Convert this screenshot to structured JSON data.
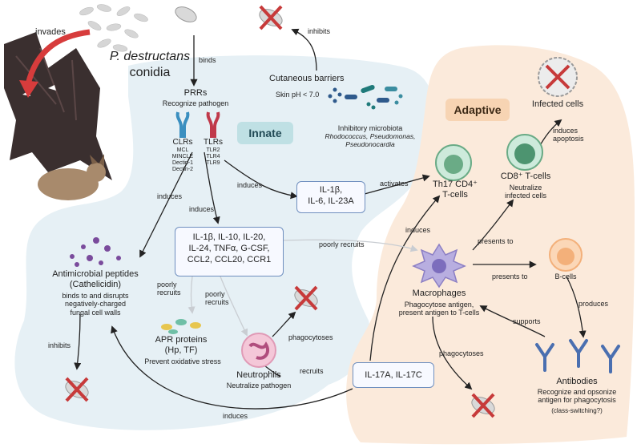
{
  "pathogen": {
    "line1": "P. destructans",
    "line2": "conidia"
  },
  "labels": {
    "invades": "invades",
    "binds": "binds",
    "inhibits_top": "inhibits",
    "cutaneous": "Cutaneous barriers",
    "skin_ph": "Skin pH < 7.0",
    "microbiota_title": "Inhibitory microbiota",
    "microbiota_species": "Rhodococcus, Pseudomonas, Pseudonocardia",
    "induces_il1": "induces",
    "induces_amp": "induces",
    "induces_cyt": "induces",
    "activates": "activates",
    "induces_th17": "induces",
    "poorly_recruits_mac": "poorly recruits",
    "poorly_recruits_apr": "poorly recruits",
    "poorly_recruits_neu": "poorly recruits",
    "phagocytoses_neu": "phagocytoses",
    "phagocytoses_mac": "phagocytoses",
    "recruits": "recruits",
    "inhibits_amp": "inhibits",
    "induces_bottom": "induces",
    "presents_cd8": "presents to",
    "presents_b": "presents to",
    "induces_apoptosis": "induces apoptosis",
    "produces": "produces",
    "supports": "supports"
  },
  "prr": {
    "title": "PRRs",
    "subtitle": "Recognize pathogen",
    "clr_title": "CLRs",
    "clr_items": "MCL\nMINCLE\nDectin-1\nDectin-2",
    "tlr_title": "TLRs",
    "tlr_items": "TLR2\nTLR4\nTLR9"
  },
  "panels": {
    "innate": "Innate",
    "adaptive": "Adaptive"
  },
  "nodes": {
    "il1_box": "IL-1β,\nIL-6, IL-23A",
    "cytokines_box": "IL-1β, IL-10, IL-20,\nIL-24, TNFα, G-CSF,\nCCL2, CCL20, CCR1",
    "il17_box": "IL-17A, IL-17C"
  },
  "cells": {
    "th17": "Th17 CD4⁺\nT-cells",
    "cd8_title": "CD8⁺ T-cells",
    "cd8_desc": "Neutralize\ninfected cells",
    "infected": "Infected cells",
    "macro_title": "Macrophages",
    "macro_desc": "Phagocytose antigen,\npresent antigen to T-cells",
    "bcells": "B-cells",
    "antibodies_title": "Antibodies",
    "antibodies_desc": "Recognize and opsonize\nantigen for phagocytosis",
    "antibodies_note": "(class-switching?)",
    "neutro_title": "Neutrophils",
    "neutro_desc": "Neutralize pathogen",
    "amp_title": "Antimicrobial peptides\n(Cathelicidin)",
    "amp_desc": "binds to and disrupts\nnegatively-charged\nfungal cell walls",
    "apr_title": "APR proteins\n(Hp, TF)",
    "apr_desc": "Prevent oxidative stress"
  },
  "colors": {
    "innate_bg": "#e6f0f5",
    "adaptive_bg": "#fbeadb",
    "arrow": "#222222",
    "arrow_light": "#c9cdd2",
    "x_red": "#c73a3a",
    "node_border": "#6f8fbf",
    "macrophage": "#9c8bc9",
    "tcell": "#6aab86",
    "bcell": "#f3b07a",
    "antibody": "#4a6fb0"
  },
  "icons": [
    "bat-icon",
    "conidia-icon",
    "fungal-spore-icon",
    "cross-icon",
    "receptor-icon",
    "bacteria-icon",
    "peptide-icon",
    "antibody-icon",
    "cell-icon"
  ]
}
